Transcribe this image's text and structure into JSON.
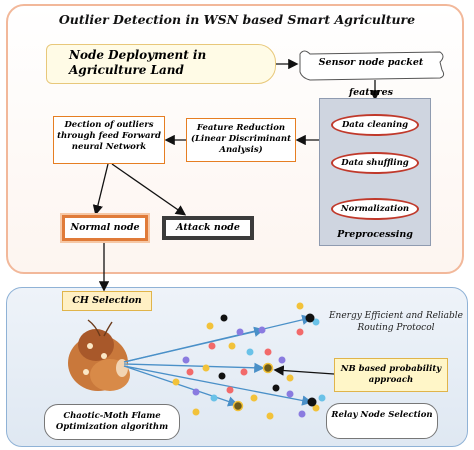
{
  "title": "Outlier Detection in WSN based Smart Agriculture",
  "node_deployment": "Node Deployment in Agriculture Land",
  "sensor_features": "Sensor node packet features",
  "preprocessing": {
    "label": "Preprocessing",
    "steps": [
      "Data cleaning",
      "Data shuffling",
      "Normalization"
    ]
  },
  "feature_reduction": "Feature Reduction (Linear Discriminant Analysis)",
  "detection": "Dection of outliers through feed Forward neural Network",
  "normal_node": "Normal node",
  "attack_node": "Attack node",
  "ch_selection": "CH Selection",
  "energy_efficient": "Energy Efficient and Reliable Routing Protocol",
  "nb_probability": "NB based probability approach",
  "chaotic_moth": "Chaotic-Moth Flame Optimization algorithm",
  "relay_selection": "Relay Node Selection",
  "colors": {
    "top_border": "#f2b89a",
    "bottom_border": "#8fb2d6",
    "ellipse_border": "#c0392b",
    "box_border": "#e67e22",
    "arrow_blue": "#4a90c8"
  }
}
